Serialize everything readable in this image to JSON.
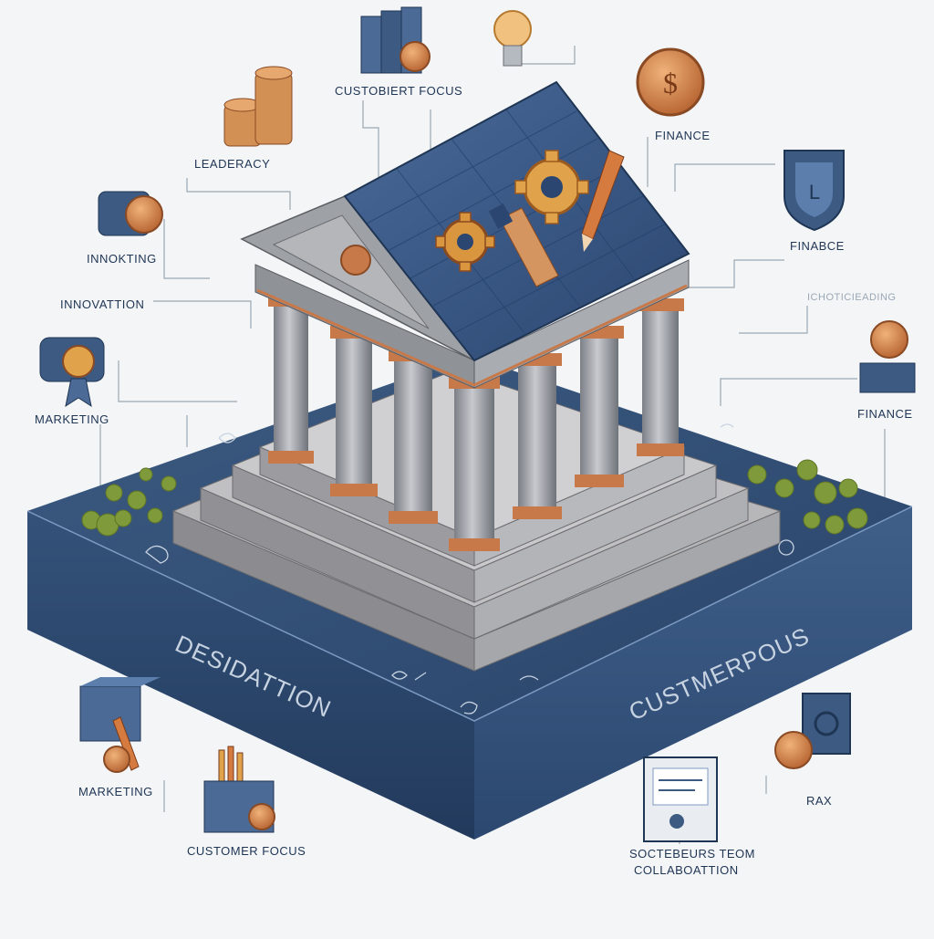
{
  "labels": {
    "customer_focus_top": "CUSTOBIERT FOCUS",
    "leadership": "LEADERACY",
    "finance_top": "FINANCE",
    "innovating": "INNOKTING",
    "finance_mid": "FINABCE",
    "innovation": "INNOVATTION",
    "faint_right": "ICHOTICIEADING",
    "marketing_left": "MARKETING",
    "finance_right": "FINANCE",
    "marketing_bottom": "MARKETING",
    "customer_focus_bottom": "CUSTOMER FOCUS",
    "rax": "RAX",
    "collab_line1": "SOCTEBEURS TEOM",
    "collab_line2": "COLLABOATTION"
  },
  "platform": {
    "left_text": "DESIDATTION",
    "right_text": "CUSTMERPOUS"
  },
  "icons": {
    "coin_symbol": "$",
    "shield_letter": "L"
  },
  "colors": {
    "navy": "#2e4a6e",
    "navy_dark": "#1f3554",
    "roof": "#3a5784",
    "stone": "#a9a9a9",
    "copper": "#c8794a",
    "gold": "#e0a24a",
    "green": "#7f9a3a"
  }
}
